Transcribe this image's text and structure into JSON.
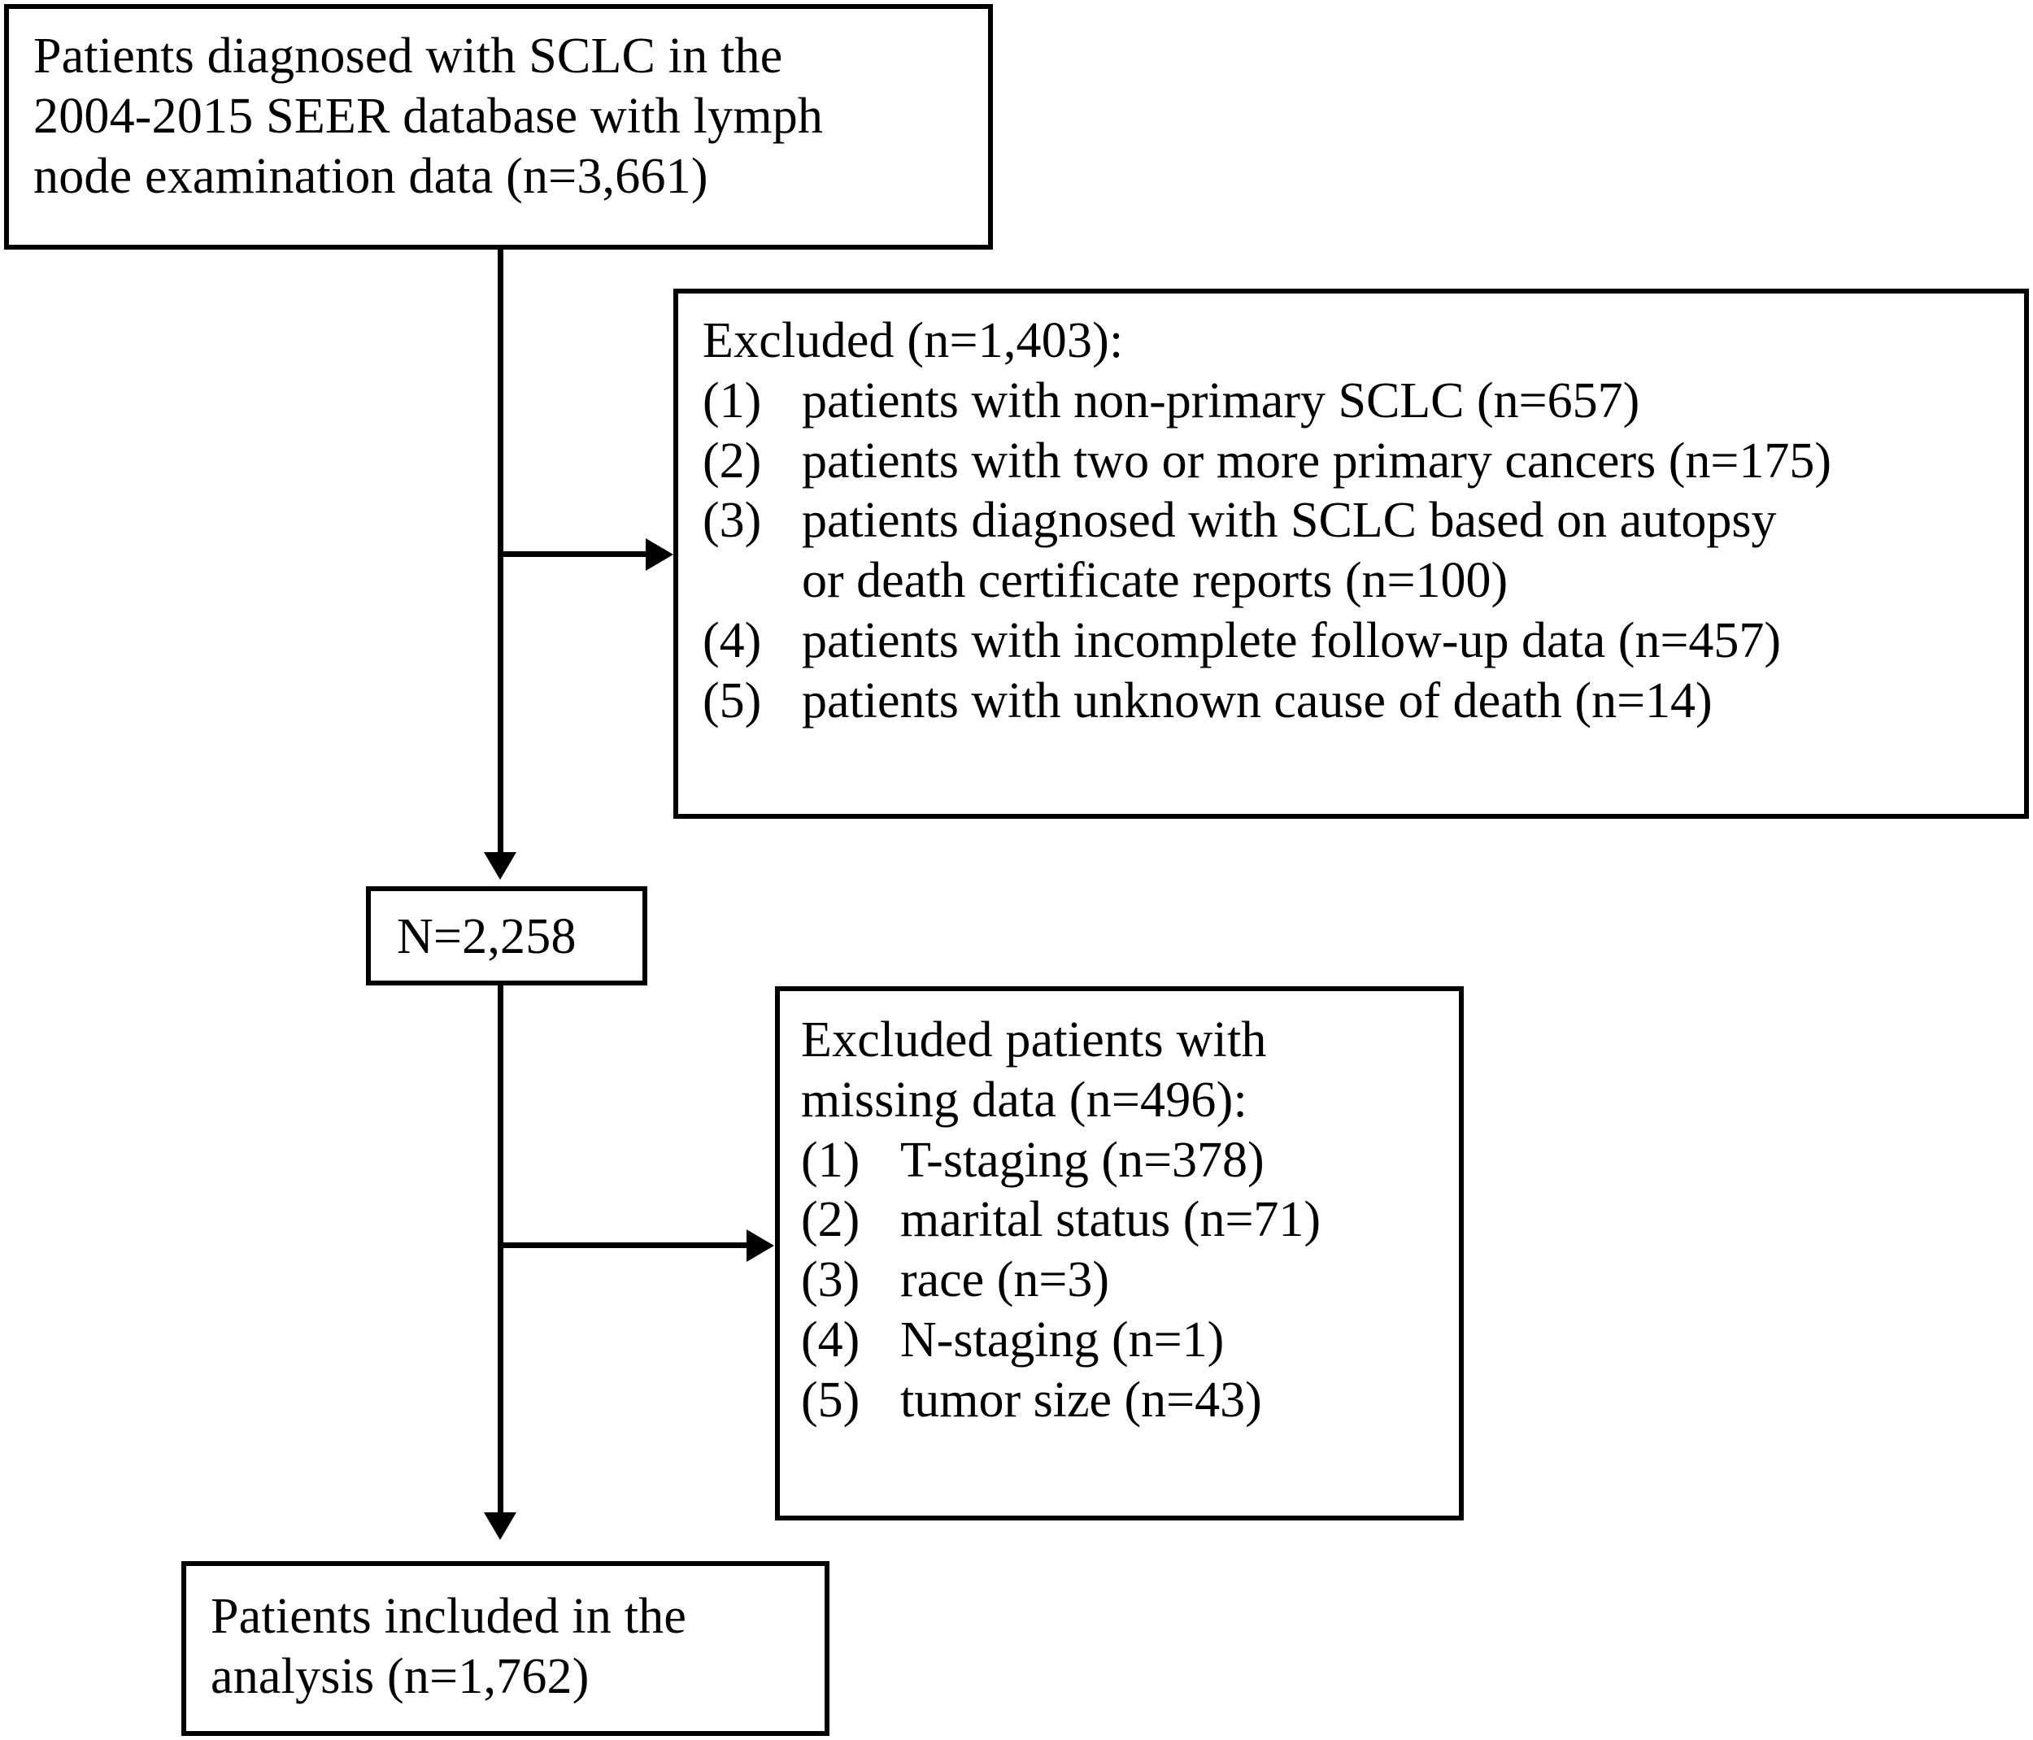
{
  "figure": {
    "type": "flowchart",
    "title": "SCLC SEER patient selection flow diagram"
  },
  "nodes": {
    "source": {
      "lines": [
        "Patients diagnosed with SCLC in the",
        "2004-2015 SEER database with lymph",
        "node examination data (n=3,661)"
      ]
    },
    "excluded_1": {
      "heading": "Excluded (n=1,403):",
      "items": [
        {
          "marker": "(1)",
          "text": "patients with non-primary SCLC (n=657)"
        },
        {
          "marker": "(2)",
          "text": "patients with two or more primary cancers (n=175)"
        },
        {
          "marker": "(3)",
          "text": "patients diagnosed with SCLC based on autopsy\nor death certificate reports (n=100)"
        },
        {
          "marker": "(4)",
          "text": "patients with incomplete follow-up data (n=457)"
        },
        {
          "marker": "(5)",
          "text": "patients with unknown cause of death (n=14)"
        }
      ]
    },
    "remaining": {
      "label": "N=2,258"
    },
    "excluded_2": {
      "heading_lines": [
        "Excluded patients with",
        "missing data (n=496):"
      ],
      "items": [
        {
          "marker": "(1)",
          "text": "T-staging (n=378)"
        },
        {
          "marker": "(2)",
          "text": "marital status (n=71)"
        },
        {
          "marker": "(3)",
          "text": "race (n=3)"
        },
        {
          "marker": "(4)",
          "text": "N-staging (n=1)"
        },
        {
          "marker": "(5)",
          "text": "tumor size (n=43)"
        }
      ]
    },
    "included": {
      "lines": [
        "Patients included in the",
        "analysis (n=1,762)"
      ]
    }
  },
  "colors": {
    "stroke": "#000000",
    "fill": "#ffffff",
    "text": "#000000"
  }
}
